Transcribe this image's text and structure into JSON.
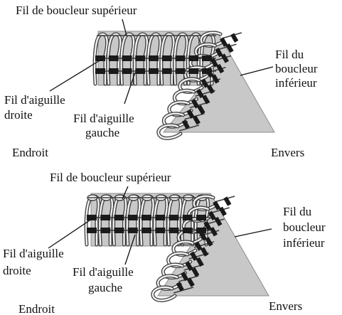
{
  "panels": [
    {
      "upper_looper_label": "Fil de boucleur supérieur",
      "lower_looper_label": [
        "Fil du",
        "boucleur",
        "inférieur"
      ],
      "right_needle_label": [
        "Fil d'aiguille",
        "droite"
      ],
      "left_needle_label": [
        "Fil d'aiguille",
        "gauche"
      ],
      "face_label": "Endroit",
      "back_label": "Envers"
    },
    {
      "upper_looper_label": "Fil de boucleur supérieur",
      "lower_looper_label": [
        "Fil du",
        "boucleur",
        "inférieur"
      ],
      "right_needle_label": [
        "Fil d'aiguille",
        "droite"
      ],
      "left_needle_label": [
        "Fil d'aiguille",
        "gauche"
      ],
      "face_label": "Endroit",
      "back_label": "Envers"
    }
  ],
  "colors": {
    "fabric": "#c8c8c8",
    "fabric_edge": "#8c8c8c",
    "thread_fill": "#f2f2f2",
    "thread_outline": "#3c3c3c",
    "needle_thread": "#1a1a1a",
    "leader": "#111111"
  }
}
